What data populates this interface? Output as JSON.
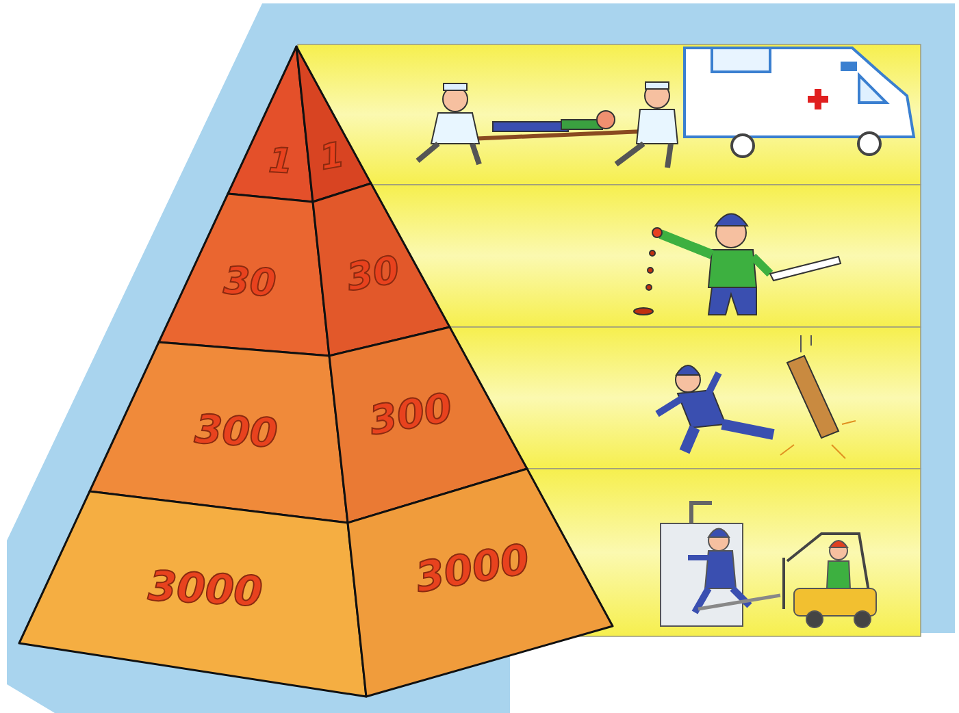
{
  "diagram": {
    "nodes": [
      {
        "text": [
          "1"
        ]
      },
      {
        "text": [
          "1"
        ]
      },
      {
        "text": [
          "30"
        ]
      },
      {
        "text": [
          "30"
        ]
      },
      {
        "text": [
          "300"
        ]
      },
      {
        "text": [
          "300"
        ]
      },
      {
        "text": [
          "3000"
        ]
      },
      {
        "text": [
          "3000"
        ]
      }
    ]
  }
}
